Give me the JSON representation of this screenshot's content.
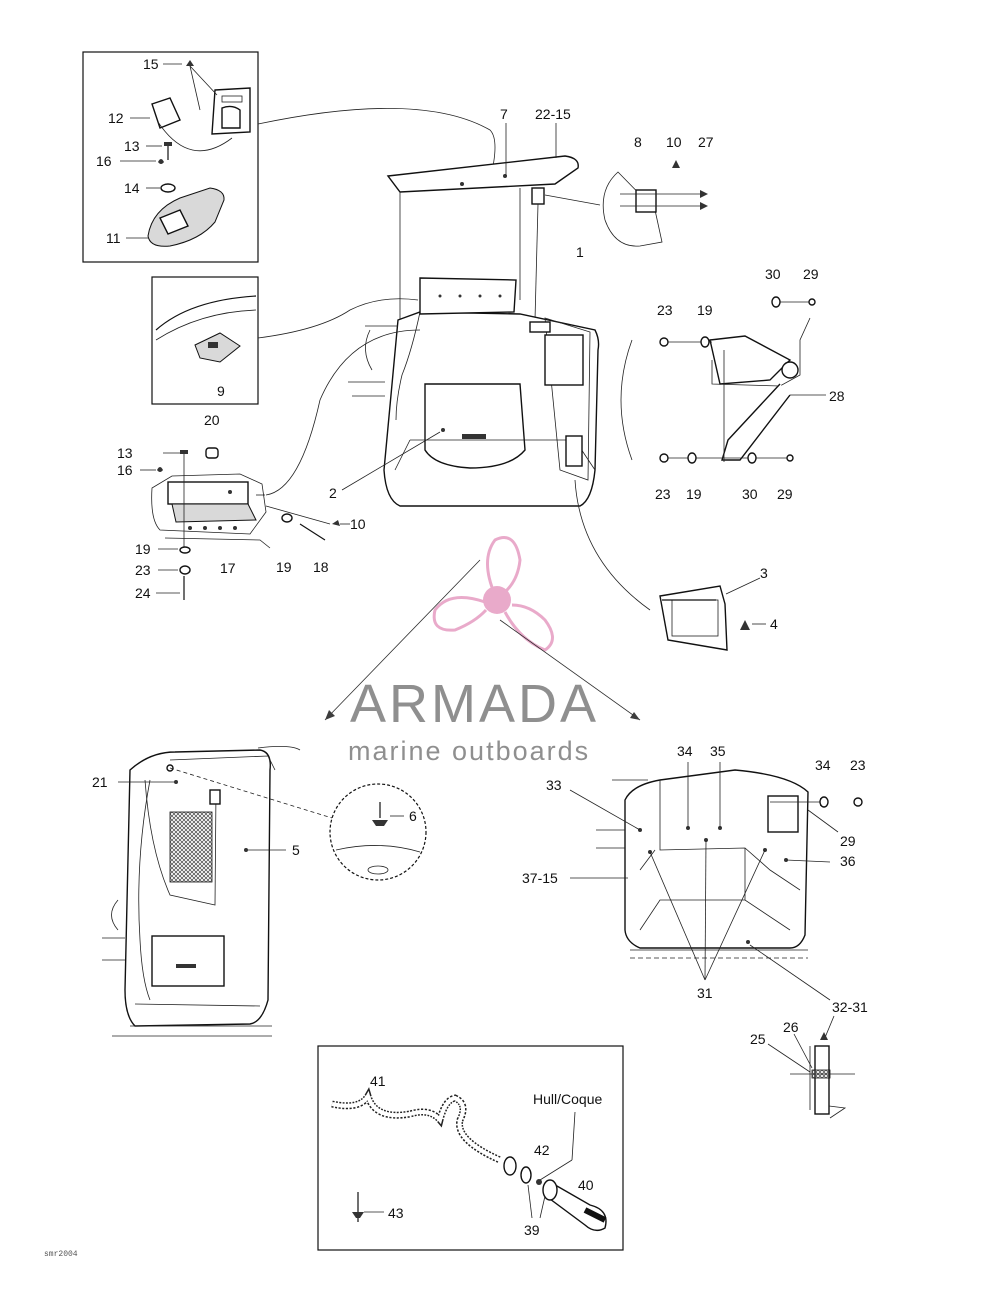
{
  "labels": {
    "l15a": "15",
    "l12": "12",
    "l13a": "13",
    "l16a": "16",
    "l14": "14",
    "l11": "11",
    "l9": "9",
    "l7": "7",
    "l22_15": "22-15",
    "l8": "8",
    "l10a": "10",
    "l27": "27",
    "l1": "1",
    "l30a": "30",
    "l29a": "29",
    "l23a": "23",
    "l19a": "19",
    "l28": "28",
    "l23b": "23",
    "l19b": "19",
    "l30b": "30",
    "l29b": "29",
    "l20": "20",
    "l13b": "13",
    "l16b": "16",
    "l2": "2",
    "l10b": "10",
    "l19c": "19",
    "l18": "18",
    "l17": "17",
    "l19d": "19",
    "l23c": "23",
    "l24": "24",
    "l3": "3",
    "l4": "4",
    "l21": "21",
    "l6": "6",
    "l5": "5",
    "l34a": "34",
    "l35": "35",
    "l33": "33",
    "l34b": "34",
    "l23d": "23",
    "l29c": "29",
    "l36": "36",
    "l37_15": "37-15",
    "l31": "31",
    "l32_31": "32-31",
    "l25": "25",
    "l26": "26",
    "l41": "41",
    "l_hull": "Hull/Coque",
    "l42": "42",
    "l40": "40",
    "l39": "39",
    "l43": "43"
  },
  "drawing_code": "smr2004",
  "watermark": {
    "brand": "ARMADA",
    "tagline": "marine outboards",
    "logo_color": "#e8a6c8",
    "text_color": "#8a8a8a"
  }
}
